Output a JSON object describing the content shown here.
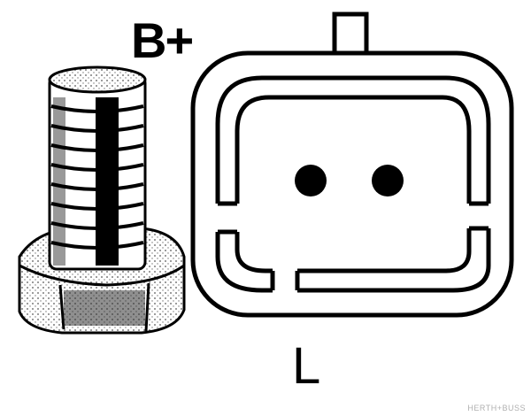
{
  "diagram": {
    "type": "alternator terminal connection diagram",
    "terminals": [
      {
        "id": "b-plus",
        "label": "B+",
        "depiction": "threaded stud with hex nut"
      },
      {
        "id": "l",
        "label": "L",
        "depiction": "two-pin plug connector"
      }
    ],
    "connector": {
      "pins": 2
    },
    "brand": "HERTH+BUSS",
    "colors": {
      "ink": "#000000",
      "background": "#ffffff",
      "brand": "#b0b0b0"
    }
  }
}
